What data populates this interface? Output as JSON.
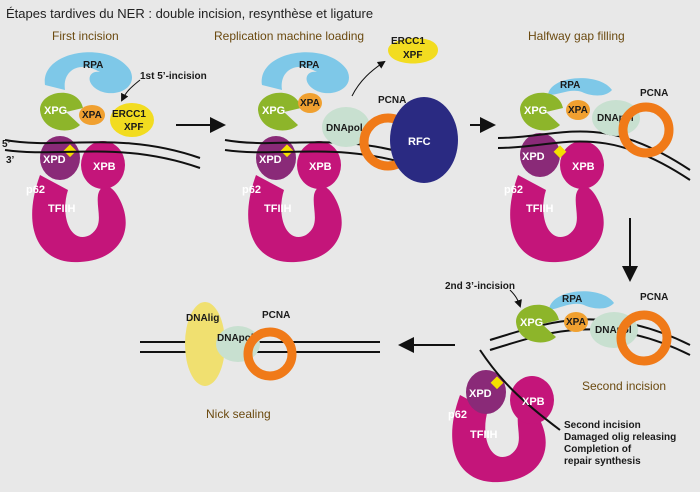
{
  "title": "Étapes tardives du NER  : double incision, resynthèse et ligature",
  "steps": {
    "first_incision": "First incision",
    "replication_loading": "Replication machine loading",
    "halfway_gap": "Halfway gap filling",
    "second_incision": "Second incision",
    "nick_sealing": "Nick sealing"
  },
  "annotations": {
    "first_5_incision": "1st 5’-incision",
    "second_3_incision": "2nd 3’-incision",
    "strand_5": "5’",
    "strand_3": "3’"
  },
  "proteins": {
    "rpa": "RPA",
    "xpg": "XPG",
    "xpa": "XPA",
    "ercc1": "ERCC1",
    "xpf": "XPF",
    "xpd": "XPD",
    "xpb": "XPB",
    "p62": "p62",
    "tfiih": "TFIIH",
    "pcna": "PCNA",
    "dnapol": "DNApol",
    "rfc": "RFC",
    "dnalig": "DNAlig"
  },
  "second_incision_notes": [
    "Second incision",
    "Damaged olig releasing",
    "Completion of",
    "repair synthesis"
  ],
  "colors": {
    "rpa": "#7ec8e8",
    "xpg": "#8db52a",
    "xpa": "#f0a030",
    "xpf": "#f2dc20",
    "tfiih": "#c4157a",
    "xpd": "#8a2a78",
    "pcna": "#f07a18",
    "dnapol": "#c8e0d0",
    "rfc": "#2a2a82",
    "dnalig": "#f0e070",
    "lesion": "#f4e000"
  }
}
